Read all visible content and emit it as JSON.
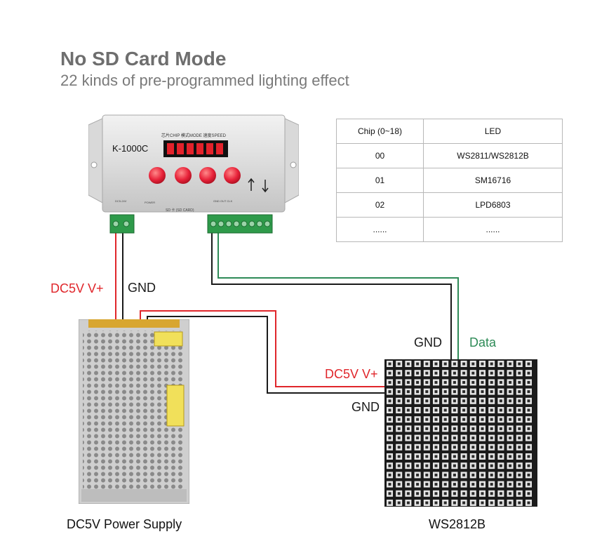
{
  "title": "No SD Card Mode",
  "subtitle": "22 kinds of pre-programmed lighting effect",
  "controller": {
    "model": "K-1000C",
    "header_text": "芯片CHIP 模式MODE 速度SPEED",
    "bottom_text": "SD 卡 (SD CARD)"
  },
  "table": {
    "headers": [
      "Chip (0~18)",
      "LED"
    ],
    "rows": [
      [
        "00",
        "WS2811/WS2812B"
      ],
      [
        "01",
        "SM16716"
      ],
      [
        "02",
        "LPD6803"
      ],
      [
        "......",
        "......"
      ]
    ]
  },
  "labels": {
    "ctrl_vplus": "DC5V V+",
    "ctrl_gnd": "GND",
    "matrix_gnd_top": "GND",
    "matrix_data": "Data",
    "matrix_vplus": "DC5V V+",
    "matrix_gnd_bottom": "GND"
  },
  "captions": {
    "psu": "DC5V Power Supply",
    "matrix": "WS2812B"
  },
  "colors": {
    "red_wire": "#e0262b",
    "green_wire": "#2e8b57",
    "black_wire": "#1a1a1a"
  }
}
